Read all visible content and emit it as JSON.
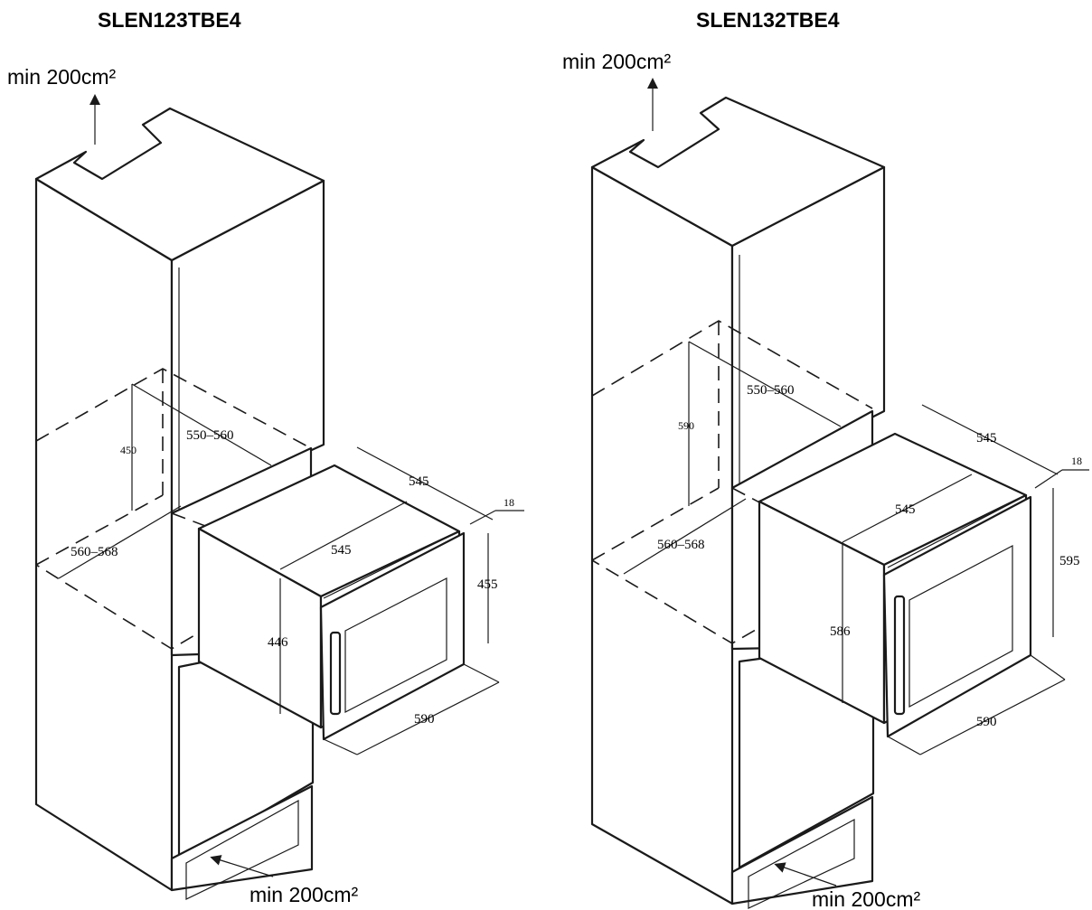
{
  "left": {
    "title": "SLEN123TBE4",
    "vent_top": "min 200cm²",
    "vent_bottom": "min 200cm²",
    "dims": {
      "niche_height": "450",
      "niche_depth": "550–560",
      "niche_width": "560–568",
      "unit_depth": "545",
      "unit_depth_inner": "545",
      "door_thickness": "18",
      "unit_height": "455",
      "body_height": "446",
      "unit_width": "590"
    }
  },
  "right": {
    "title": "SLEN132TBE4",
    "vent_top": "min 200cm²",
    "vent_bottom": "min 200cm²",
    "dims": {
      "niche_height": "590",
      "niche_depth": "550–560",
      "niche_width": "560–568",
      "unit_depth": "545",
      "unit_depth_inner": "545",
      "door_thickness": "18",
      "unit_height": "595",
      "body_height": "586",
      "unit_width": "590"
    }
  }
}
